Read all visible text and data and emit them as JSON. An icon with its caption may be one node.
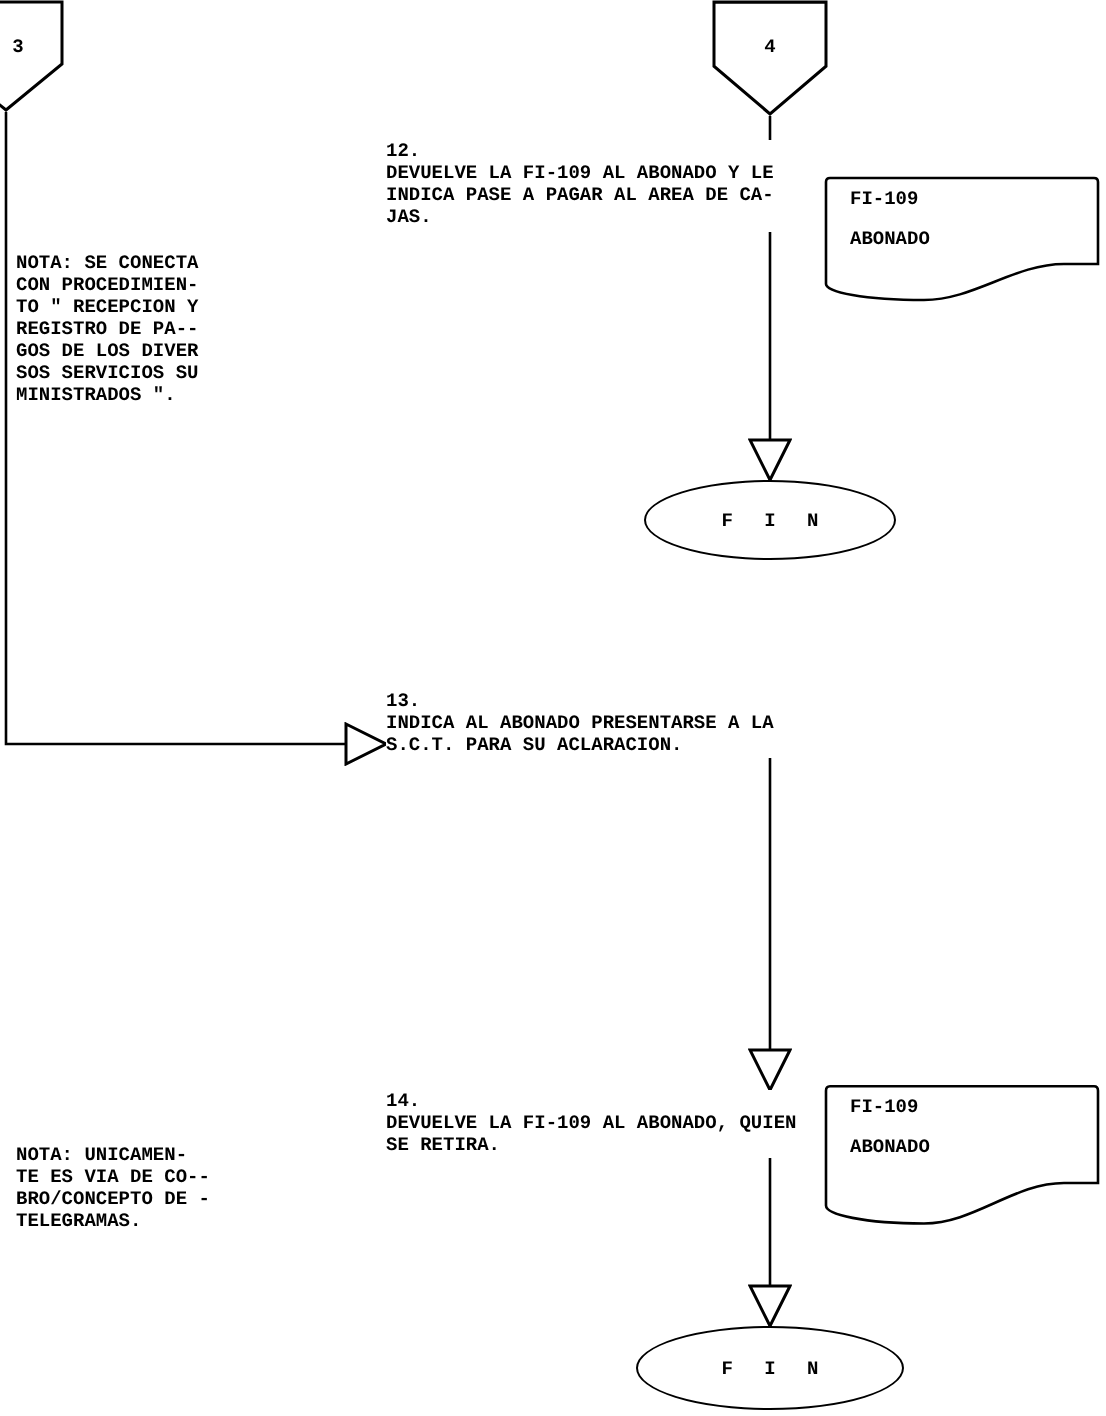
{
  "diagram": {
    "nodes": [
      {
        "text": [
          "3"
        ]
      },
      {
        "text": [
          "4"
        ]
      },
      {
        "text": [
          "12.",
          "DEVUELVE LA FI-109 AL ABONADO Y LE INDICA PASE A PAGAR AL AREA DE CA- JAS."
        ]
      },
      {
        "text": [
          "FI-109",
          "ABONADO"
        ]
      },
      {
        "text": [
          "F I N"
        ]
      },
      {
        "text": [
          "13.",
          "INDICA AL ABONADO PRESENTARSE A LA S.C.T. PARA SU ACLARACION."
        ]
      },
      {
        "text": [
          "14.",
          "DEVUELVE LA FI-109 AL ABONADO, QUIEN SE RETIRA."
        ]
      },
      {
        "text": [
          "FI-109",
          "ABONADO"
        ]
      },
      {
        "text": [
          "F I N"
        ]
      }
    ],
    "edges": [
      {
        "from": 1,
        "to": 2,
        "arrow": "none"
      },
      {
        "from": 2,
        "to": 4,
        "arrow": "to"
      },
      {
        "from": 0,
        "to": 5,
        "arrow": "to"
      },
      {
        "from": 5,
        "to": 6,
        "arrow": "to"
      },
      {
        "from": 6,
        "to": 8,
        "arrow": "to"
      }
    ],
    "labels": [
      "NOTA: SE CONECTA CON PROCEDIMIEN- TO \" RECEPCION Y REGISTRO DE PA-- GOS DE LOS DIVER SOS SERVICIOS SU MINISTRADOS \".",
      "NOTA: UNICAMEN- TE ES VIA DE CO-- BRO/CONCEPTO DE - TELEGRAMAS."
    ]
  }
}
